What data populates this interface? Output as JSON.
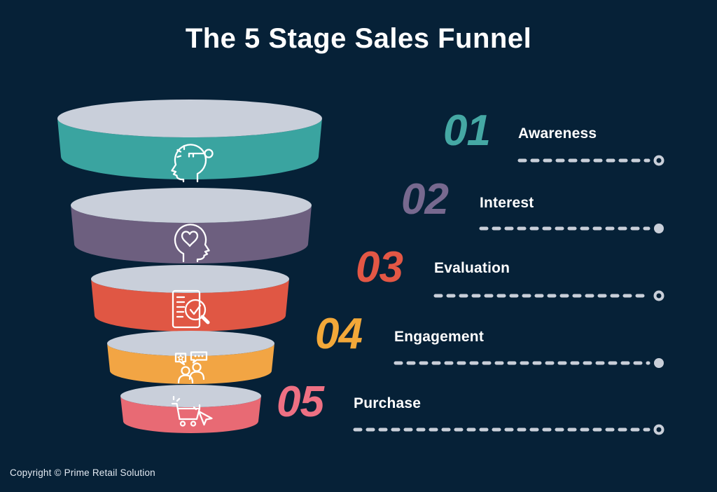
{
  "title": "The 5 Stage Sales Funnel",
  "copyright": "Copyright © Prime Retail Solution",
  "colors": {
    "background": "#062137",
    "funnel_top": "#C9CFDA",
    "line": "#C9CFD9",
    "title_text": "#FFFFFF",
    "label_text": "#FFFFFF",
    "icon_stroke": "#FFFFFF"
  },
  "stages": [
    {
      "number": "01",
      "label": "Awareness",
      "color": "#3AA4A0",
      "number_color": "#45A8A4",
      "icon": "head-key-icon",
      "line_end": "ring"
    },
    {
      "number": "02",
      "label": "Interest",
      "color": "#6D5F7F",
      "number_color": "#77698F",
      "icon": "head-heart-icon",
      "line_end": "dot"
    },
    {
      "number": "03",
      "label": "Evaluation",
      "color": "#E05744",
      "number_color": "#E35745",
      "icon": "document-search-icon",
      "line_end": "ring"
    },
    {
      "number": "04",
      "label": "Engagement",
      "color": "#F2A544",
      "number_color": "#F2A839",
      "icon": "people-chat-icon",
      "line_end": "dot"
    },
    {
      "number": "05",
      "label": "Purchase",
      "color": "#E86A74",
      "number_color": "#EE7083",
      "icon": "cart-click-icon",
      "line_end": "ring"
    }
  ]
}
